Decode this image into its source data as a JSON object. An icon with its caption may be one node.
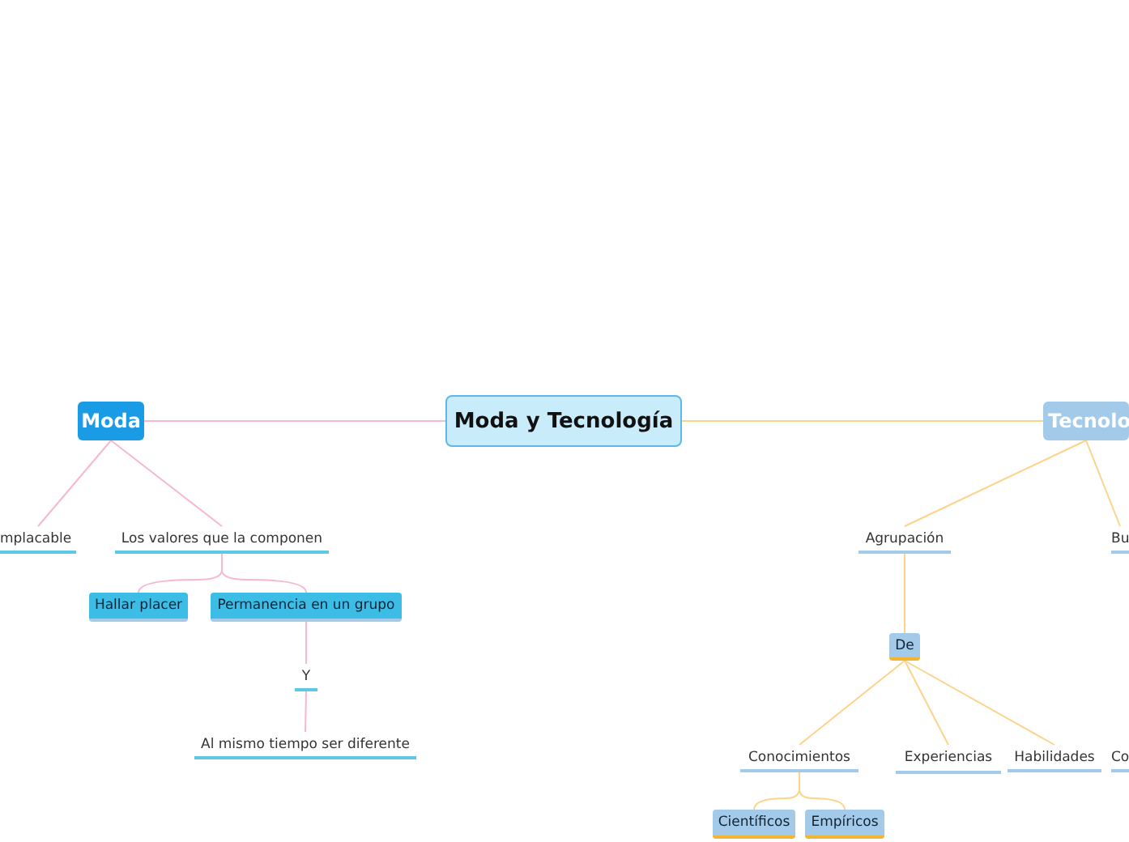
{
  "diagram": {
    "nodes": [
      {
        "text": [
          "Moda y Tecnología"
        ]
      },
      {
        "text": [
          "Moda"
        ]
      },
      {
        "text": [
          "Tecnolo"
        ]
      },
      {
        "text": [
          "mplacable"
        ]
      },
      {
        "text": [
          "Los valores que la componen"
        ]
      },
      {
        "text": [
          "Hallar placer"
        ]
      },
      {
        "text": [
          "Permanencia en un grupo"
        ]
      },
      {
        "text": [
          "Y"
        ]
      },
      {
        "text": [
          "Al mismo tiempo ser diferente"
        ]
      },
      {
        "text": [
          "Agrupación"
        ]
      },
      {
        "text": [
          "Bu"
        ]
      },
      {
        "text": [
          "De"
        ]
      },
      {
        "text": [
          "Conocimientos"
        ]
      },
      {
        "text": [
          "Experiencias"
        ]
      },
      {
        "text": [
          "Habilidades"
        ]
      },
      {
        "text": [
          "Co"
        ]
      },
      {
        "text": [
          "Científicos"
        ]
      },
      {
        "text": [
          "Empíricos"
        ]
      }
    ],
    "edges": [
      {
        "from": 0,
        "to": 1,
        "arrow": "none",
        "color": "#f6b8cf"
      },
      {
        "from": 0,
        "to": 2,
        "arrow": "none"
      },
      {
        "from": 1,
        "to": 3,
        "arrow": "none",
        "color": "#f6b8cf"
      },
      {
        "from": 1,
        "to": 4,
        "arrow": "none",
        "color": "#f6b8cf"
      },
      {
        "from": 4,
        "to": 5,
        "arrow": "none",
        "color": "#f6b8cf"
      },
      {
        "from": 4,
        "to": 6,
        "arrow": "none",
        "color": "#f6b8cf"
      },
      {
        "from": 6,
        "to": 7,
        "arrow": "none",
        "color": "#f6b8cf"
      },
      {
        "from": 7,
        "to": 8,
        "arrow": "none",
        "color": "#f6b8cf"
      },
      {
        "from": 2,
        "to": 9,
        "arrow": "none"
      },
      {
        "from": 2,
        "to": 10,
        "arrow": "none"
      },
      {
        "from": 9,
        "to": 11,
        "arrow": "none"
      },
      {
        "from": 11,
        "to": 12,
        "arrow": "none"
      },
      {
        "from": 11,
        "to": 13,
        "arrow": "none"
      },
      {
        "from": 11,
        "to": 14,
        "arrow": "none"
      },
      {
        "from": 12,
        "to": 16,
        "arrow": "none"
      },
      {
        "from": 12,
        "to": 17,
        "arrow": "none"
      }
    ]
  }
}
